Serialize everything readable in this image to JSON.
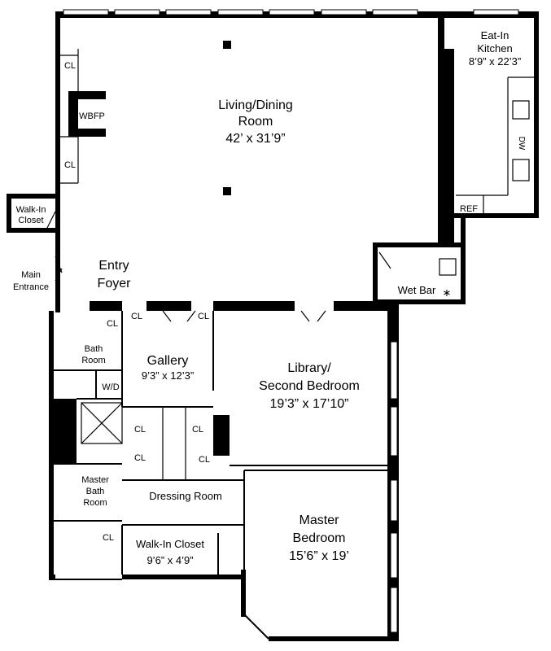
{
  "rooms": {
    "living_dining": {
      "name_line1": "Living/Dining",
      "name_line2": "Room",
      "dims": "42’ x 31’9”"
    },
    "kitchen": {
      "name_line1": "Eat-In",
      "name_line2": "Kitchen",
      "dims": "8’9” x 22’3”"
    },
    "entry_foyer": {
      "name_line1": "Entry",
      "name_line2": "Foyer"
    },
    "gallery": {
      "name": "Gallery",
      "dims": "9’3” x 12’3”"
    },
    "library": {
      "name_line1": "Library/",
      "name_line2": "Second Bedroom",
      "dims": "19’3” x 17’10”"
    },
    "bath_room": {
      "name_line1": "Bath",
      "name_line2": "Room"
    },
    "master_bath": {
      "name_line1": "Master",
      "name_line2": "Bath",
      "name_line3": "Room"
    },
    "dressing_room": {
      "name": "Dressing Room"
    },
    "walk_in_closet_bottom": {
      "name": "Walk-In Closet",
      "dims": "9’6” x 4’9”"
    },
    "master_bedroom": {
      "name_line1": "Master",
      "name_line2": "Bedroom",
      "dims": "15’6” x 19’"
    },
    "walk_in_closet_left": {
      "name_line1": "Walk-In",
      "name_line2": "Closet"
    }
  },
  "labels": {
    "main_entrance_line1": "Main",
    "main_entrance_line2": "Entrance",
    "wbfp": "WBFP",
    "closet": "CL",
    "dw": "DW",
    "ref": "REF",
    "wd": "W/D",
    "wet_bar": "Wet Bar",
    "asterisk": "∗"
  }
}
